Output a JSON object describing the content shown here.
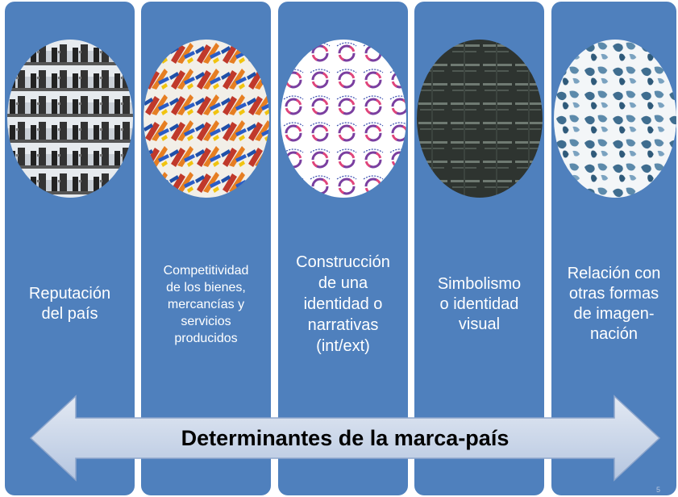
{
  "colors": {
    "column": "#4f80bd",
    "arrow_fill_top": "#dfe6f1",
    "arrow_fill_bottom": "#b7c8e2",
    "arrow_stroke": "#8ea6cc",
    "label_text": "#ffffff"
  },
  "columns": [
    {
      "label": "Reputación\ndel país",
      "image": "buildings-photo-pattern"
    },
    {
      "label": "Competitividad\nde los bienes,\nmercancías y\nservicios\nproducidos",
      "image": "flags-pattern"
    },
    {
      "label": "Construcción\nde una\nidentidad o\nnarrativas\n(int/ext)",
      "image": "narrative-logo-pattern"
    },
    {
      "label": "Simbolismo\no identidad\nvisual",
      "image": "symbolism-text-pattern"
    },
    {
      "label": "Relación con\notras formas\nde  imagen-\nnación",
      "image": "world-map-pattern"
    }
  ],
  "arrow": {
    "text": "Determinantes de la marca-país"
  },
  "page_number": "5"
}
